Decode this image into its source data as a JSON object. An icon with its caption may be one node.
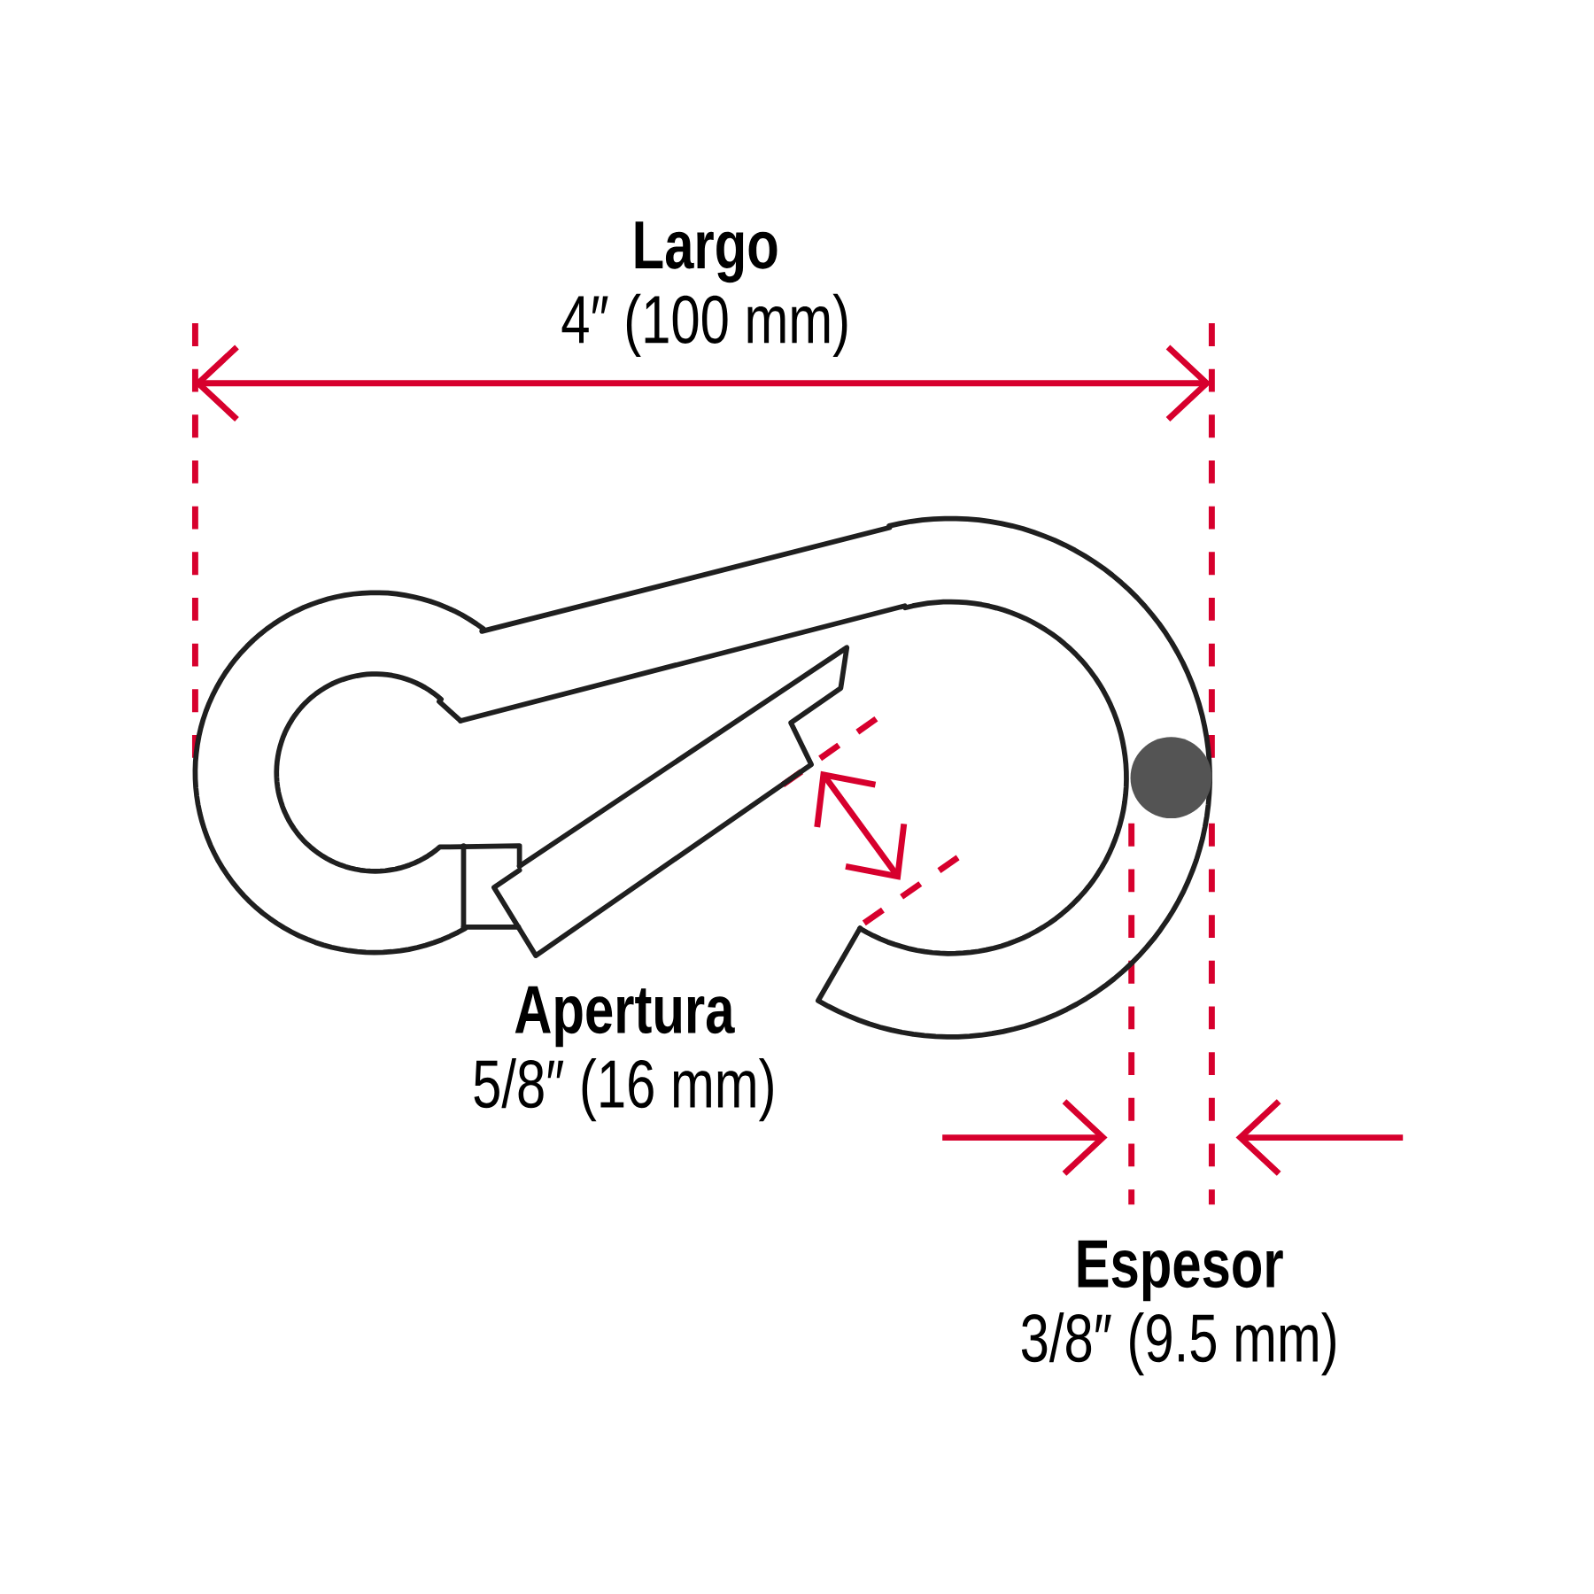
{
  "diagram": {
    "labels": [
      "Largo",
      "4″ (100 mm)",
      "Apertura",
      "5/8″ (16 mm)",
      "Espesor",
      "3/8″ (9.5 mm)"
    ]
  }
}
